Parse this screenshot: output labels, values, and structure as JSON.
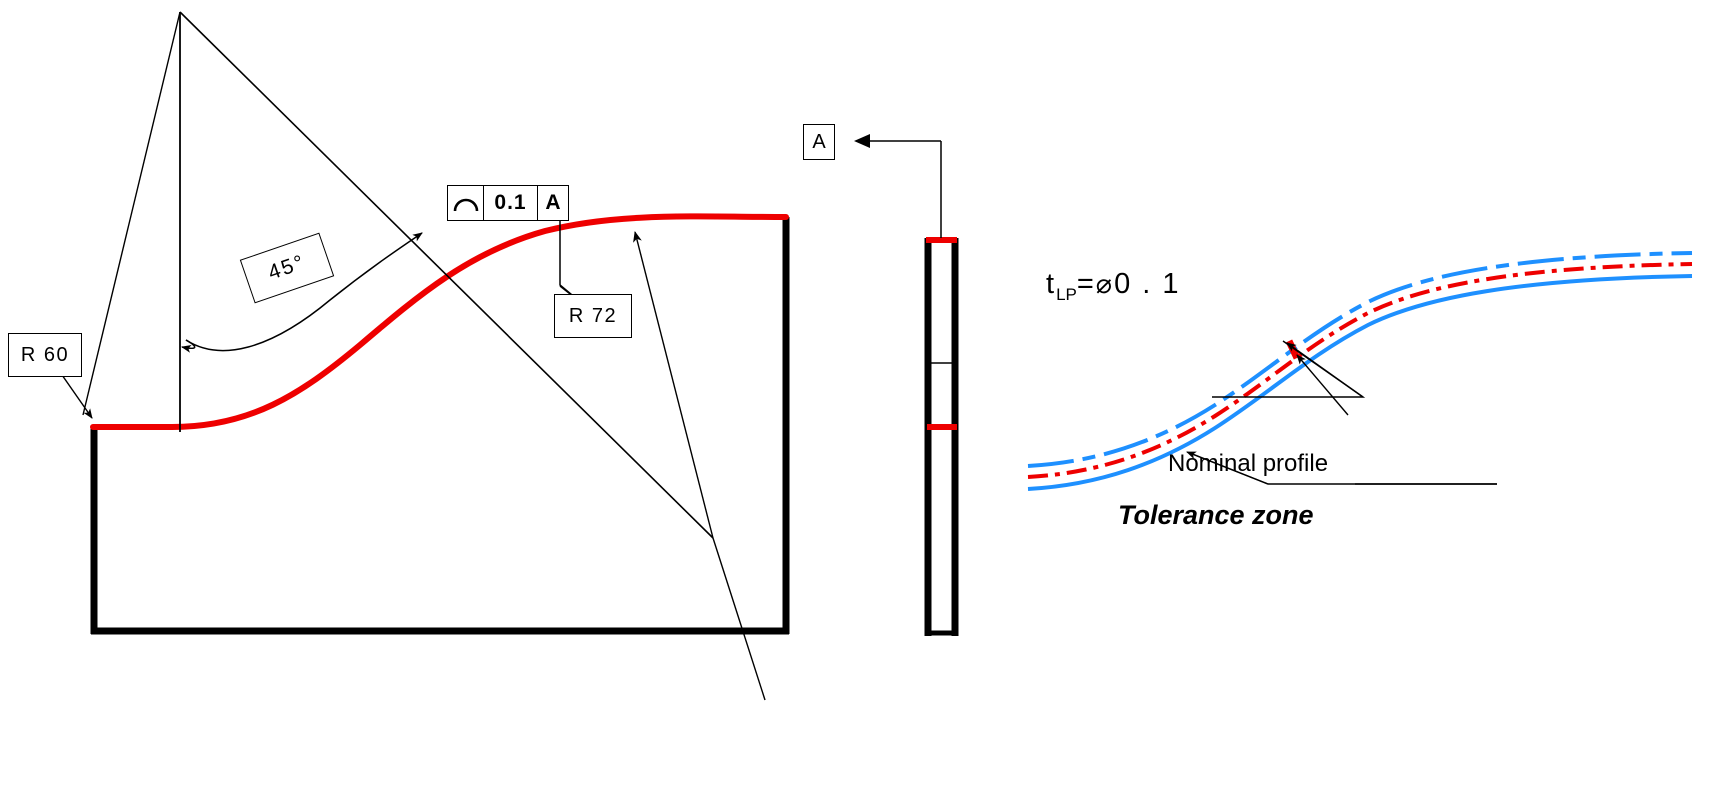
{
  "drawing": {
    "title_hidden": "",
    "colors": {
      "profile_red": "#ee0000",
      "tolerance_blue": "#1e90ff",
      "outline_black": "#000000"
    }
  },
  "front_view": {
    "feature_control_frame": {
      "symbol_name": "profile-of-a-line-symbol",
      "symbol_glyph": "⌒",
      "tolerance": "0.1",
      "datum": "A"
    },
    "radius_labels": [
      {
        "name": "r60",
        "text": "R 60"
      },
      {
        "name": "r72",
        "text": "R 72"
      }
    ],
    "angle_label": {
      "name": "angle-45",
      "text": "45°"
    }
  },
  "side_view": {
    "datum_label": "A"
  },
  "tolerance_detail": {
    "tolerance_callout": {
      "symbol": "t",
      "subscript": "LP",
      "equals": "=",
      "diameter_symbol": "⌀",
      "value": "0 . 1",
      "full_text": "t LP = ⌀ 0 . 1"
    },
    "nominal_profile_label": "Nominal profile",
    "tolerance_zone_label": "Tolerance zone"
  },
  "chart_data": {
    "type": "line",
    "title": "Profile of a line tolerance — S-curve nominal profile with tolerance zone",
    "xlabel": "",
    "ylabel": "",
    "series": [
      {
        "name": "Nominal profile (front view, red)",
        "style": "solid-red",
        "points": [
          [
            93,
            427
          ],
          [
            150,
            427
          ],
          [
            200,
            424
          ],
          [
            250,
            412
          ],
          [
            300,
            390
          ],
          [
            350,
            360
          ],
          [
            400,
            322
          ],
          [
            450,
            285
          ],
          [
            500,
            256
          ],
          [
            550,
            236
          ],
          [
            600,
            224
          ],
          [
            650,
            219
          ],
          [
            700,
            217
          ],
          [
            785,
            217
          ]
        ]
      },
      {
        "name": "Nominal profile (detail, red dash-dot)",
        "style": "dash-dot-red",
        "points": [
          [
            1030,
            477
          ],
          [
            1080,
            470
          ],
          [
            1130,
            458
          ],
          [
            1180,
            440
          ],
          [
            1230,
            412
          ],
          [
            1275,
            378
          ],
          [
            1320,
            340
          ],
          [
            1370,
            305
          ],
          [
            1420,
            283
          ],
          [
            1470,
            272
          ],
          [
            1530,
            266
          ],
          [
            1600,
            263
          ],
          [
            1680,
            262
          ]
        ]
      },
      {
        "name": "Upper tolerance boundary (blue dash-dot)",
        "style": "dash-dot-blue",
        "points": [
          [
            1030,
            466
          ],
          [
            1080,
            459
          ],
          [
            1130,
            447
          ],
          [
            1180,
            429
          ],
          [
            1230,
            401
          ],
          [
            1275,
            367
          ],
          [
            1320,
            329
          ],
          [
            1370,
            294
          ],
          [
            1420,
            272
          ],
          [
            1470,
            261
          ],
          [
            1530,
            255
          ],
          [
            1600,
            252
          ],
          [
            1680,
            251
          ]
        ]
      },
      {
        "name": "Lower tolerance boundary (blue solid)",
        "style": "solid-blue",
        "points": [
          [
            1030,
            488
          ],
          [
            1080,
            481
          ],
          [
            1130,
            469
          ],
          [
            1180,
            451
          ],
          [
            1230,
            423
          ],
          [
            1275,
            389
          ],
          [
            1320,
            351
          ],
          [
            1370,
            316
          ],
          [
            1420,
            294
          ],
          [
            1470,
            283
          ],
          [
            1530,
            277
          ],
          [
            1600,
            274
          ],
          [
            1680,
            273
          ]
        ]
      }
    ],
    "annotations": [
      {
        "text": "0.1",
        "role": "profile tolerance value"
      },
      {
        "text": "A",
        "role": "datum reference"
      },
      {
        "text": "R 60",
        "role": "radius dimension"
      },
      {
        "text": "R 72",
        "role": "radius dimension"
      },
      {
        "text": "45°",
        "role": "angular dimension"
      },
      {
        "text": "Nominal profile",
        "role": "detail callout"
      },
      {
        "text": "Tolerance zone",
        "role": "detail caption"
      }
    ],
    "grid": false,
    "legend": "none"
  }
}
